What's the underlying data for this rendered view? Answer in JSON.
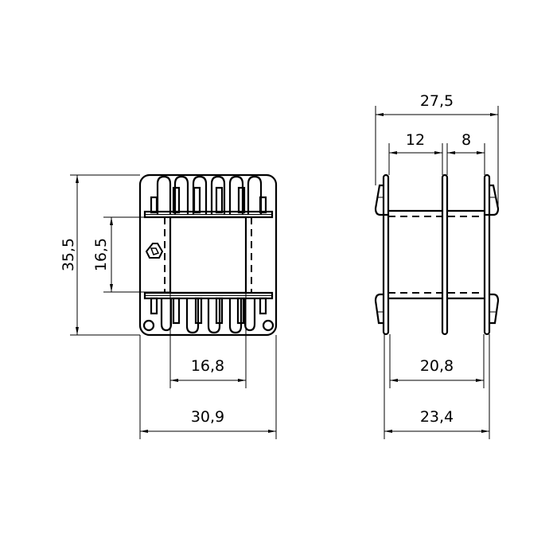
{
  "drawing": {
    "units": "mm",
    "front_view": {
      "dimensions": {
        "overall_height": "35,5",
        "window_height": "16,5",
        "window_width": "16,8",
        "overall_width": "30,9"
      },
      "pin_count_top": 6,
      "pin_count_bottom": 6,
      "symbol": "recycling-symbol"
    },
    "side_view": {
      "dimensions": {
        "overall_width": "27,5",
        "chamber_1": "12",
        "chamber_2": "8",
        "inner_width": "20,8",
        "flange_width": "23,4"
      },
      "flange_count": 3
    },
    "colors": {
      "line": "#000000",
      "background": "#ffffff"
    }
  }
}
